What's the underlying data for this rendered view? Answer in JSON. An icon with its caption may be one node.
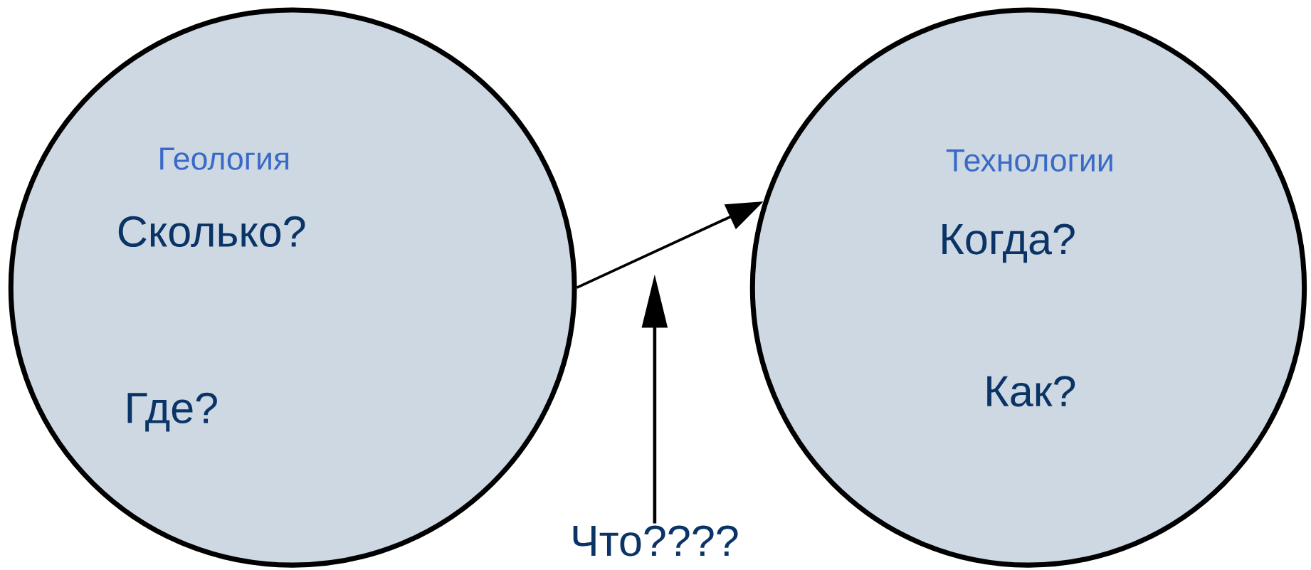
{
  "diagram": {
    "nodes": [
      {
        "text": [
          "Геология",
          "Сколько?",
          "Где?"
        ]
      },
      {
        "text": [
          "Технологии",
          "Когда?",
          "Как?"
        ]
      },
      {
        "text": [
          "Что????"
        ]
      }
    ],
    "edges": [
      {
        "from": 0,
        "to": 1,
        "arrow": "to"
      },
      {
        "from": 2,
        "to": null,
        "arrow": "to"
      }
    ]
  }
}
